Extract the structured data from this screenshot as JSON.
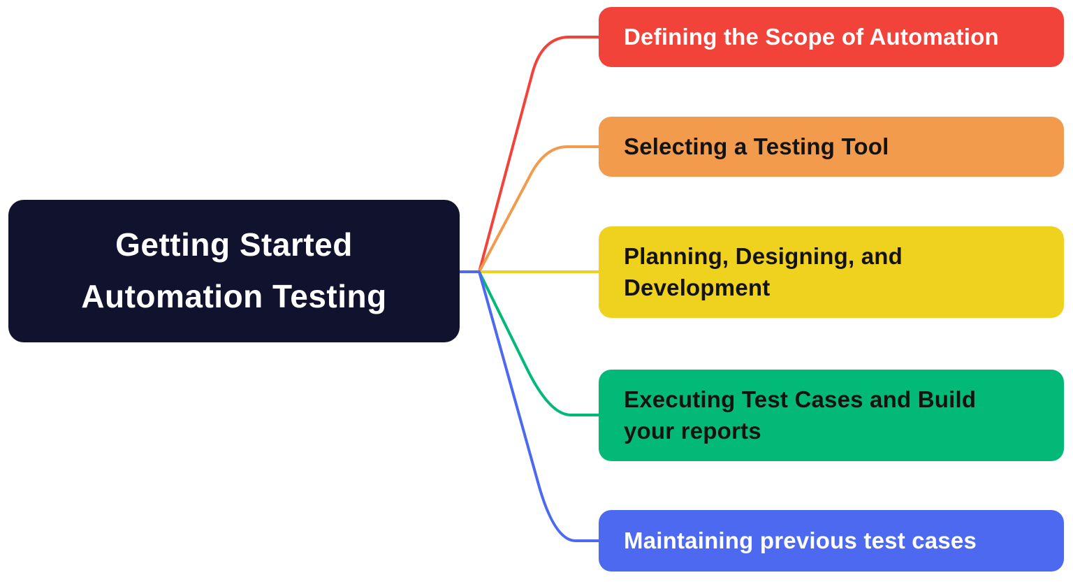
{
  "diagram": {
    "type": "mindmap",
    "background": "#ffffff",
    "center": {
      "label": "Getting Started\nAutomation Testing",
      "bg": "#10122e",
      "fg": "#ffffff"
    },
    "branches": [
      {
        "label": "Defining the Scope of Automation",
        "color": "#f2433b",
        "text_color": "#ffffff"
      },
      {
        "label": "Selecting a Testing Tool",
        "color": "#f29b4d",
        "text_color": "#15130f"
      },
      {
        "label": "Planning, Designing, and\nDevelopment",
        "color": "#efd21e",
        "text_color": "#15130f"
      },
      {
        "label": "Executing Test Cases and Build\nyour reports",
        "color": "#02b978",
        "text_color": "#15130f"
      },
      {
        "label": "Maintaining previous test cases",
        "color": "#4c69f0",
        "text_color": "#ffffff"
      }
    ]
  }
}
